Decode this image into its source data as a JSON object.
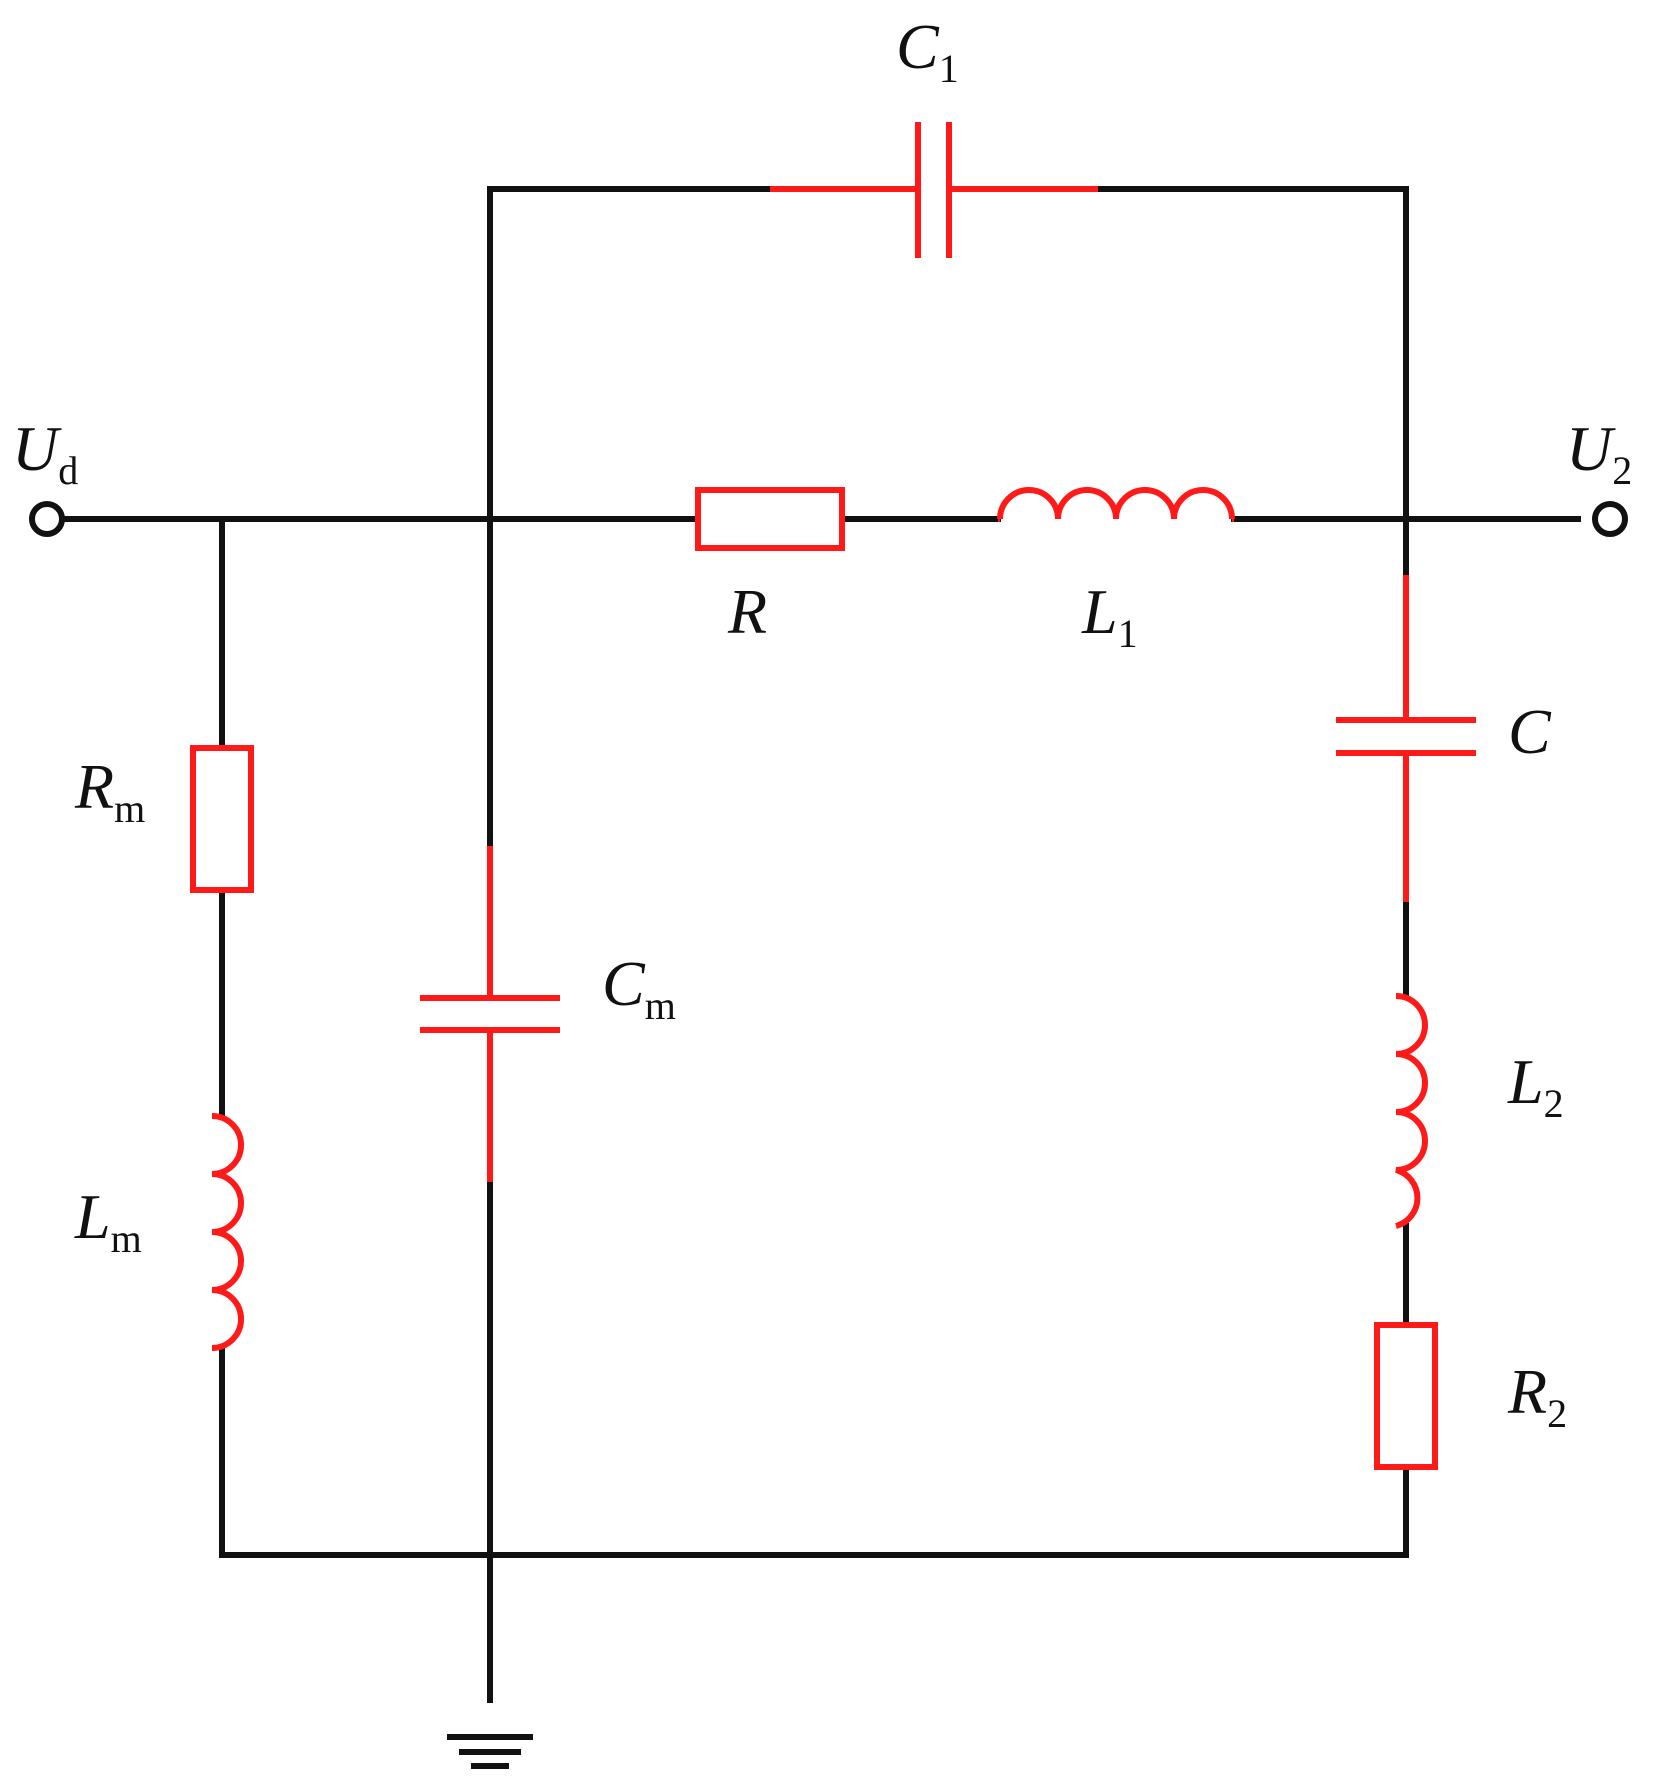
{
  "diagram": {
    "type": "circuit-schematic",
    "colors": {
      "wire": "#111111",
      "component": "#ff1a1a",
      "background": "#ffffff"
    },
    "terminals": [
      {
        "id": "input",
        "symbol": "U",
        "subscript": "d"
      },
      {
        "id": "output",
        "symbol": "U",
        "subscript": "2"
      }
    ],
    "components": [
      {
        "id": "C1",
        "kind": "capacitor",
        "symbol": "C",
        "subscript": "1"
      },
      {
        "id": "R",
        "kind": "resistor",
        "symbol": "R",
        "subscript": ""
      },
      {
        "id": "L1",
        "kind": "inductor",
        "symbol": "L",
        "subscript": "1"
      },
      {
        "id": "Rm",
        "kind": "resistor",
        "symbol": "R",
        "subscript": "m"
      },
      {
        "id": "Lm",
        "kind": "inductor",
        "symbol": "L",
        "subscript": "m"
      },
      {
        "id": "Cm",
        "kind": "capacitor",
        "symbol": "C",
        "subscript": "m"
      },
      {
        "id": "C",
        "kind": "capacitor",
        "symbol": "C",
        "subscript": ""
      },
      {
        "id": "L2",
        "kind": "inductor",
        "symbol": "L",
        "subscript": "2"
      },
      {
        "id": "R2",
        "kind": "resistor",
        "symbol": "R",
        "subscript": "2"
      }
    ],
    "ground": {
      "symbol": "ground-icon"
    }
  }
}
